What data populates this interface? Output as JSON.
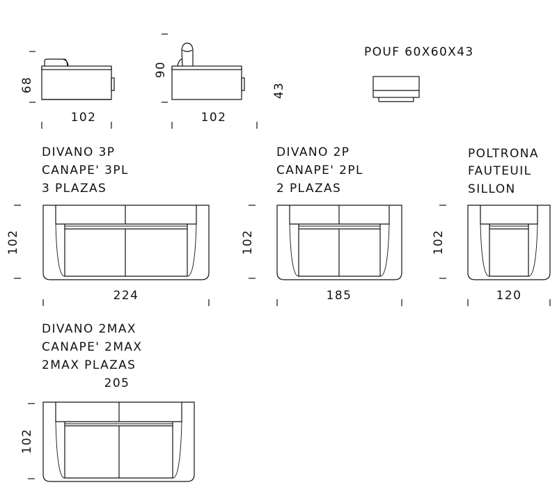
{
  "side_armchair": {
    "height": "68",
    "width": "102"
  },
  "side_recliner": {
    "height": "90",
    "width": "102",
    "seat_height": "43"
  },
  "pouf": {
    "label": "POUF 60X60X43"
  },
  "sofa_3p": {
    "lines": [
      "DIVANO 3P",
      "CANAPE' 3PL",
      "3 PLAZAS"
    ],
    "depth": "102",
    "width": "224"
  },
  "sofa_2p": {
    "lines": [
      "DIVANO 2P",
      "CANAPE' 2PL",
      "2 PLAZAS"
    ],
    "depth": "102",
    "width": "185"
  },
  "armchair": {
    "lines": [
      "POLTRONA",
      "FAUTEUIL",
      "SILLON"
    ],
    "depth": "102",
    "width": "120"
  },
  "sofa_2max": {
    "lines": [
      "DIVANO 2MAX",
      "CANAPE' 2MAX",
      "2MAX PLAZAS"
    ],
    "width": "205",
    "depth": "102"
  }
}
